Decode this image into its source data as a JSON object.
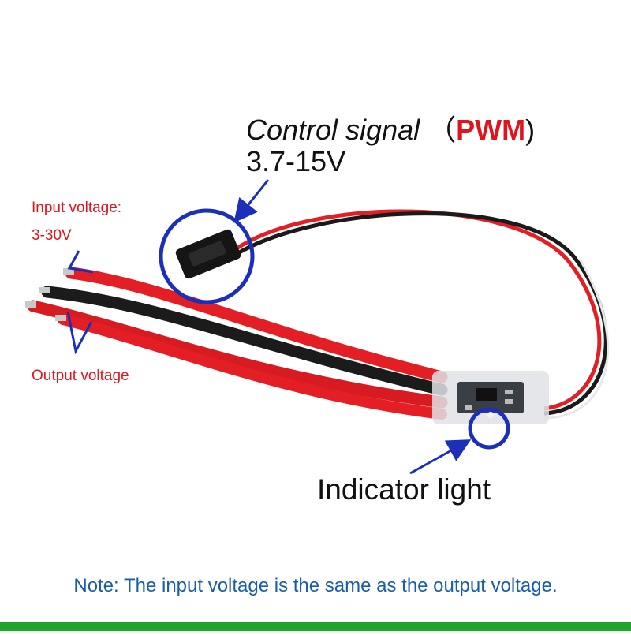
{
  "labels": {
    "control_signal": "Control signal",
    "control_paren_open": "（",
    "control_pwm": "PWM",
    "control_paren_close": ")",
    "control_voltage": "3.7-15V",
    "input_voltage": "Input voltage:",
    "input_range": "3-30V",
    "output_voltage": "Output voltage",
    "indicator_light": "Indicator light",
    "note": "Note: The input voltage is the same as the output voltage."
  },
  "colors": {
    "label_red": "#e0141c",
    "note_blue": "#1a5ea8",
    "annotation_blue": "#1c2fb8",
    "wire_red": "#e31e24",
    "wire_black": "#1a1a1a",
    "bar_green": "#1fa52b"
  }
}
